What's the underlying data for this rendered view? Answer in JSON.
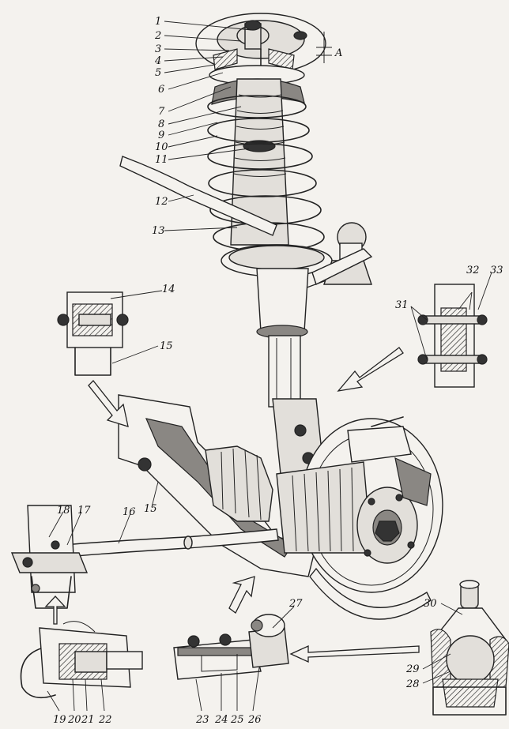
{
  "callouts": {
    "c1": "1",
    "c2": "2",
    "c3": "3",
    "c4": "4",
    "c5": "5",
    "c6": "6",
    "c7": "7",
    "c8": "8",
    "c9": "9",
    "c10": "10",
    "c11": "11",
    "c12": "12",
    "c13": "13",
    "c14": "14",
    "c15a": "15",
    "c15b": "15",
    "c16": "16",
    "c17": "17",
    "c18": "18",
    "c19": "19",
    "c20": "20",
    "c21": "21",
    "c22": "22",
    "c23": "23",
    "c24": "24",
    "c25": "25",
    "c26": "26",
    "c27": "27",
    "c28": "28",
    "c29": "29",
    "c30": "30",
    "c31": "31",
    "c32": "32",
    "c33": "33",
    "cA": "A"
  }
}
